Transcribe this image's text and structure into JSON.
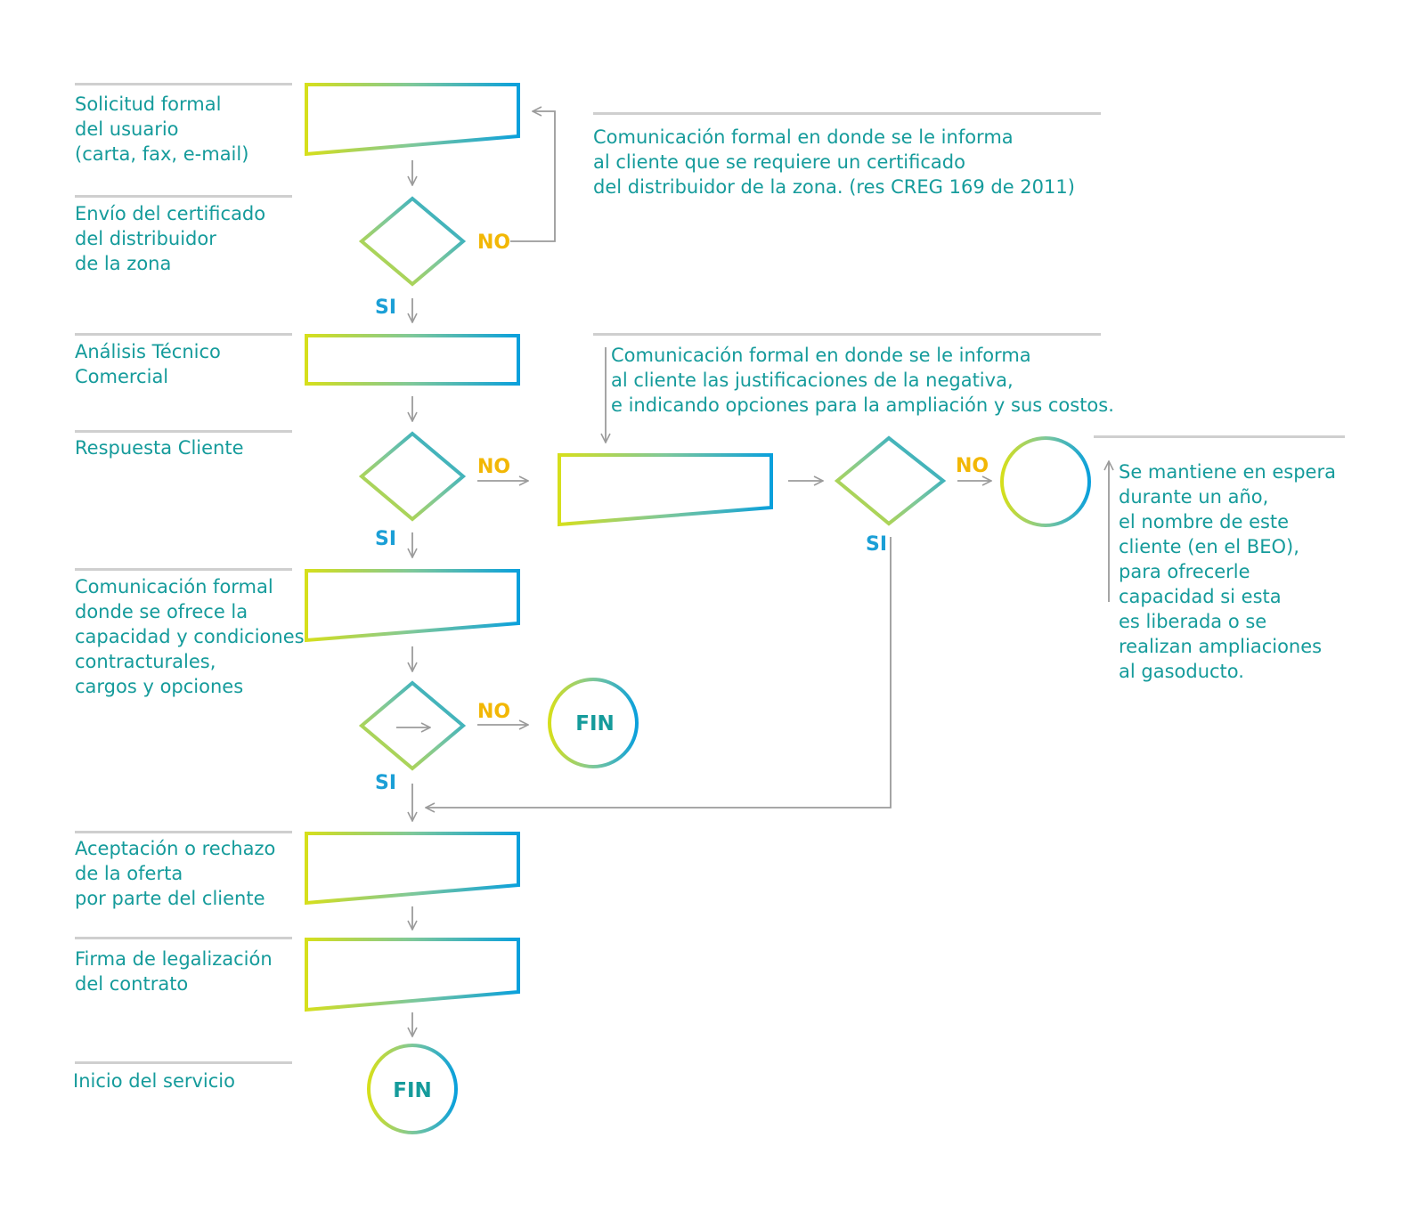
{
  "colors": {
    "text": "#159b9b",
    "no_label": "#f2b705",
    "si_label": "#1b9fd6",
    "gradient_start": "#d6df1b",
    "gradient_mid": "#7ec89a",
    "gradient_end": "#0aa0dc",
    "connector": "#9b9b9b",
    "rule": "#cfcfcf",
    "fin_text": "#159b9b"
  },
  "steps": {
    "solicitud": "Solicitud formal\ndel usuario\n(carta, fax, e-mail)",
    "envio_certificado": "Envío del certificado\ndel distribuidor\nde la zona",
    "analisis": "Análisis Técnico\nComercial",
    "respuesta": "Respuesta Cliente",
    "comunicacion_oferta": "Comunicación formal\ndonde se ofrece la\ncapacidad y condiciones\ncontracturales,\ncargos y opciones",
    "aceptacion": "Aceptación o rechazo\nde la oferta\npor parte del cliente",
    "firma": "Firma de legalización\ndel contrato",
    "inicio": "Inicio del servicio"
  },
  "notes": {
    "certificado": "Comunicación formal en donde se le informa\nal cliente que se requiere un certificado\ndel distribuidor de la zona. (res CREG 169 de 2011)",
    "negativa": "Comunicación formal en donde se le informa\nal cliente las justificaciones de la negativa,\ne indicando opciones para la ampliación y sus costos.",
    "espera": "Se mantiene en espera\ndurante un año,\nel nombre de este\ncliente (en el BEO),\npara ofrecerle\ncapacidad si esta\nes liberada o se\nrealizan ampliaciones\nal gasoducto."
  },
  "branch": {
    "no": "NO",
    "si": "SI"
  },
  "terminal": {
    "fin": "FIN"
  }
}
